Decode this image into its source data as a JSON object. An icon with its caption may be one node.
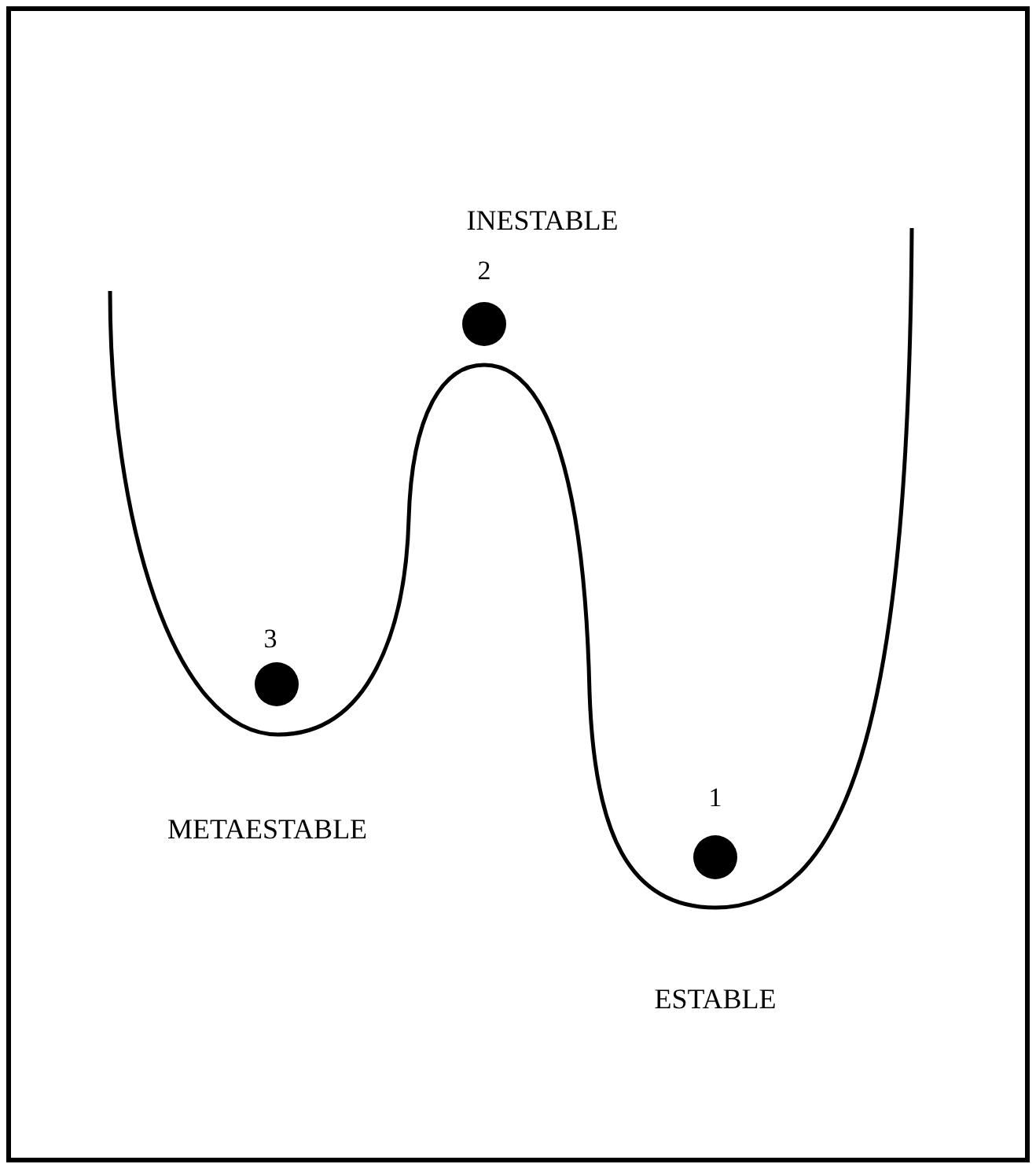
{
  "diagram": {
    "labels": [
      "INESTABLE",
      "2",
      "3",
      "METAESTABLE",
      "1",
      "ESTABLE"
    ]
  }
}
